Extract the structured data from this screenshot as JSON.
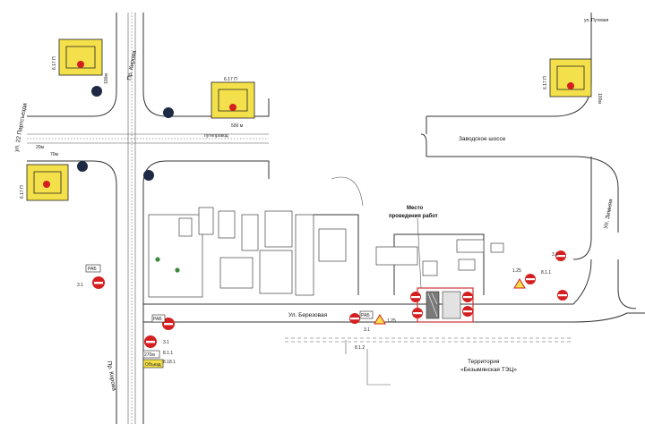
{
  "streets": {
    "kirova_top": "Пр. Кирова",
    "kirova_bottom": "Пр. Кирова",
    "partizan": "ул. 22 Партсъезда",
    "zavodskoe": "Заводское шоссе",
    "berezovaya": "Ул. Березовая",
    "zimnaya": "Ул. Зимняя",
    "putevaya_top": "ул. Путевая",
    "putevaya_right": "путепровод"
  },
  "work_site": {
    "line1": "Место",
    "line2": "проведения работ"
  },
  "territory": {
    "line1": "Территория",
    "line2": "«Безымянская ТЭЦ»"
  },
  "distances": {
    "d1": "500 м",
    "d2": "20м",
    "d3": "100м",
    "d4": "70м",
    "d5": "100м"
  },
  "sign_codes": {
    "s1": "6.17 П",
    "s2": "6.17 П",
    "s3": "6.17 П",
    "s4": "6.17 П",
    "s5": "3.1",
    "s6": "3.1",
    "s7": "3.1",
    "s8": "1.25",
    "s9": "8.1.1",
    "s10": "8.18.1",
    "s11": "1.25",
    "s12": "8.1.1",
    "s13": "3.1",
    "s14": "8.1.2"
  },
  "plate_texts": {
    "p1": "РАБ",
    "p2": "270м",
    "p3": "РАБ",
    "p4": "РАБ"
  },
  "legend_box_title": "Объезд",
  "colors": {
    "sign_red": "#d42020",
    "sign_yellow": "#f3e04a",
    "work_zone": "#cc3333",
    "site_fill": "#e2e2e2"
  }
}
